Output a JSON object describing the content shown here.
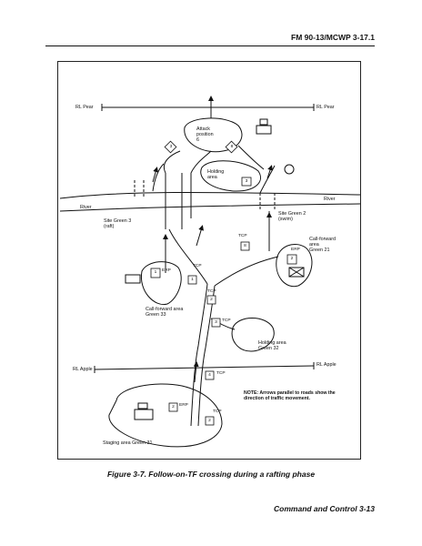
{
  "header": {
    "doc_id": "FM 90-13/MCWP 3-17.1"
  },
  "diagram": {
    "phase_lines": {
      "pear_left": "RL Pear",
      "pear_right": "RL Pear",
      "apple_left": "RL Apple",
      "apple_right": "RL Apple"
    },
    "river": {
      "left": "River",
      "right": "River"
    },
    "areas": {
      "attack_position": [
        "Attack",
        "position",
        "6"
      ],
      "holding_area_top": [
        "Holding",
        "area"
      ],
      "site_green_3": [
        "Site Green 3",
        "(raft)"
      ],
      "site_green_2": [
        "Site Green 2",
        "(swim)"
      ],
      "call_forward_21": [
        "Call-forward",
        "area",
        "Green 21"
      ],
      "call_forward_33": [
        "Call-forward area",
        "Green 33"
      ],
      "holding_area_32": [
        "Holding area",
        "Green 32"
      ],
      "staging_area_31": "Staging area Green 31"
    },
    "control_labels": {
      "tcp": "TCP",
      "erp": "ERP",
      "markers": [
        "1",
        "1",
        "2",
        "3",
        "4",
        "2",
        "2",
        "2",
        "3",
        "8",
        "3",
        "8",
        "2"
      ]
    },
    "note": "NOTE: Arrows parallel to roads show the direction of traffic movement."
  },
  "caption": "Figure 3-7.  Follow-on-TF crossing during a rafting phase",
  "footer": "Command and Control   3-13"
}
